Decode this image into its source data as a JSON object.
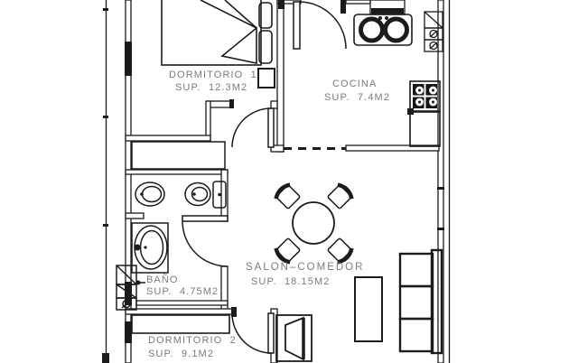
{
  "floorplan": {
    "type": "apartment-floor-plan",
    "background": "#ffffff",
    "line_color": "#1b1b1b",
    "label_color": "#7b7b7b",
    "rooms": [
      {
        "id": "dormitorio-1",
        "name": "DORMITORIO  1",
        "area": "SUP.  12.3M2"
      },
      {
        "id": "cocina",
        "name": "COCINA",
        "area": "SUP.  7.4M2"
      },
      {
        "id": "bano",
        "name": "BAÑO",
        "area": "SUP.  4.75M2"
      },
      {
        "id": "salon-comedor",
        "name": "SALON–COMEDOR",
        "area": "SUP.  18.15M2"
      },
      {
        "id": "dormitorio-2",
        "name": "DORMITORIO  2",
        "area": "SUP.  9.1M2"
      }
    ],
    "fixtures": [
      "double-bed",
      "nightstand",
      "closet",
      "entry-door",
      "interior-doors",
      "kitchen-sink",
      "cooktop",
      "kitchen-counter",
      "bidet",
      "toilet",
      "washbasin",
      "laundry-column",
      "dining-table",
      "dining-chairs",
      "sofa",
      "coffee-table",
      "tv-unit",
      "wardrobe",
      "windows"
    ]
  }
}
